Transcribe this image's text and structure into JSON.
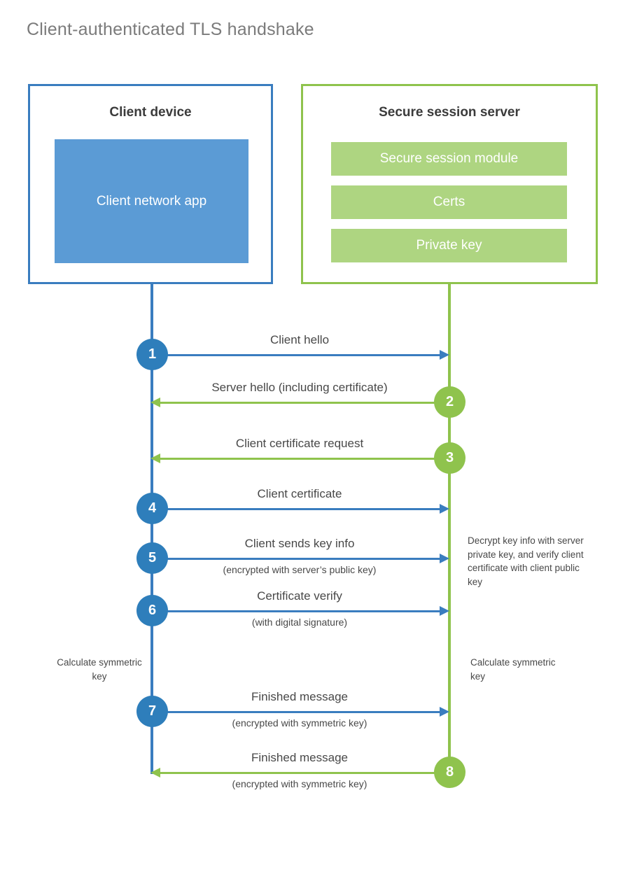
{
  "title": "Client-authenticated TLS handshake",
  "colors": {
    "client_border": "#3a7dbf",
    "client_fill": "#5b9bd5",
    "client_badge": "#2e7ebb",
    "server_border": "#8fc34d",
    "server_fill": "#aed581",
    "server_badge": "#8fc34d",
    "title_text": "#7b7b7b",
    "body_text": "#484848"
  },
  "client": {
    "title": "Client device",
    "app_label": "Client network app"
  },
  "server": {
    "title": "Secure session server",
    "items": [
      {
        "label": "Secure session module"
      },
      {
        "label": "Certs"
      },
      {
        "label": "Private key"
      }
    ]
  },
  "steps": [
    {
      "number": "1",
      "label": "Client hello",
      "sublabel": "",
      "direction": "client-to-server",
      "origin": "client"
    },
    {
      "number": "2",
      "label": "Server hello (including certificate)",
      "sublabel": "",
      "direction": "server-to-client",
      "origin": "server"
    },
    {
      "number": "3",
      "label": "Client certificate request",
      "sublabel": "",
      "direction": "server-to-client",
      "origin": "server"
    },
    {
      "number": "4",
      "label": "Client certificate",
      "sublabel": "",
      "direction": "client-to-server",
      "origin": "client"
    },
    {
      "number": "5",
      "label": "Client sends key info",
      "sublabel": "(encrypted with server’s public key)",
      "direction": "client-to-server",
      "origin": "client"
    },
    {
      "number": "6",
      "label": "Certificate verify",
      "sublabel": "(with digital signature)",
      "direction": "client-to-server",
      "origin": "client"
    },
    {
      "number": "7",
      "label": "Finished message",
      "sublabel": "(encrypted with symmetric key)",
      "direction": "client-to-server",
      "origin": "client"
    },
    {
      "number": "8",
      "label": "Finished message",
      "sublabel": "(encrypted with symmetric key)",
      "direction": "server-to-client",
      "origin": "server"
    }
  ],
  "notes": {
    "server_decrypt": "Decrypt key info with server private key, and verify client certificate with client public key",
    "client_calculate": "Calculate symmetric key",
    "server_calculate": "Calculate symmetric key"
  }
}
